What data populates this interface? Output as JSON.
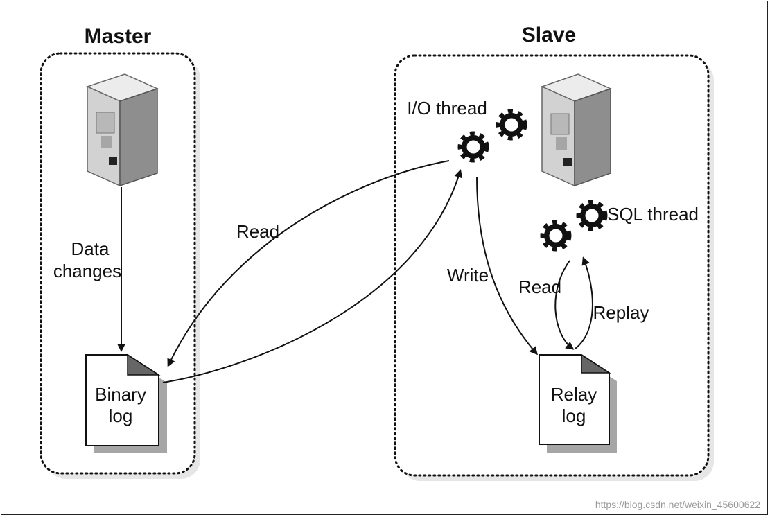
{
  "master": {
    "title": "Master",
    "data_changes_line1": "Data",
    "data_changes_line2": "changes",
    "binary_log_line1": "Binary",
    "binary_log_line2": "log"
  },
  "slave": {
    "title": "Slave",
    "io_thread": "I/O thread",
    "sql_thread": "SQL thread",
    "write": "Write",
    "read": "Read",
    "replay": "Replay",
    "relay_log_line1": "Relay",
    "relay_log_line2": "log"
  },
  "read_arrow_label": "Read",
  "watermark": "https://blog.csdn.net/weixin_45600622",
  "colors": {
    "ink": "#111111",
    "shadow": "#9a9a9a",
    "server_light": "#dcdcdc",
    "server_dark": "#8c8c8c"
  }
}
